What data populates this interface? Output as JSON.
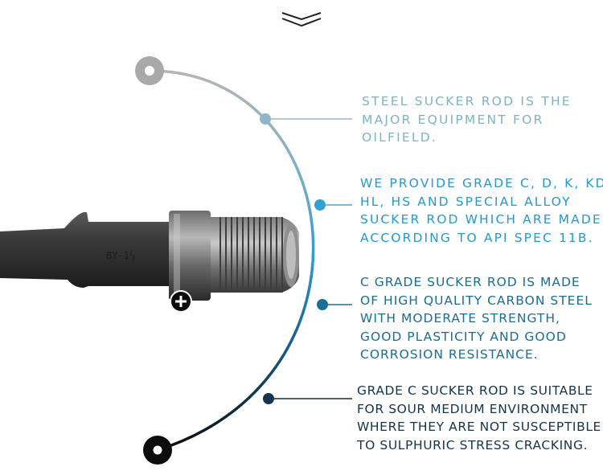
{
  "scroll_icon": "double-chevron-down-icon",
  "plus_icon": "plus-icon",
  "colors": {
    "arc_top": "#b4b4b4",
    "arc_mid": "#2d9ad0",
    "arc_bottom": "#0c0c0c",
    "text_1": "#7fb3c4",
    "text_2": "#2599cf",
    "text_3": "#1c6d92",
    "text_4": "#15344a"
  },
  "rod": {
    "stamp_text": "BY-1⅔"
  },
  "descriptions": [
    {
      "lines": [
        "Steel sucker rod is the",
        "major equipment for",
        "oilfield."
      ]
    },
    {
      "lines": [
        "We provide grade C, D, K, KD,",
        "HL, HS and special alloy",
        "sucker rod which are made",
        "according to API spec 11B."
      ]
    },
    {
      "lines": [
        "C grade sucker rod is made",
        "of high quality carbon steel",
        "with moderate strength,",
        "good plasticity and good",
        "corrosion resistance."
      ]
    },
    {
      "lines": [
        "Grade C sucker rod is suitable",
        "for sour medium environment",
        "where they are not susceptible",
        "to sulphuric stress cracking."
      ]
    }
  ]
}
